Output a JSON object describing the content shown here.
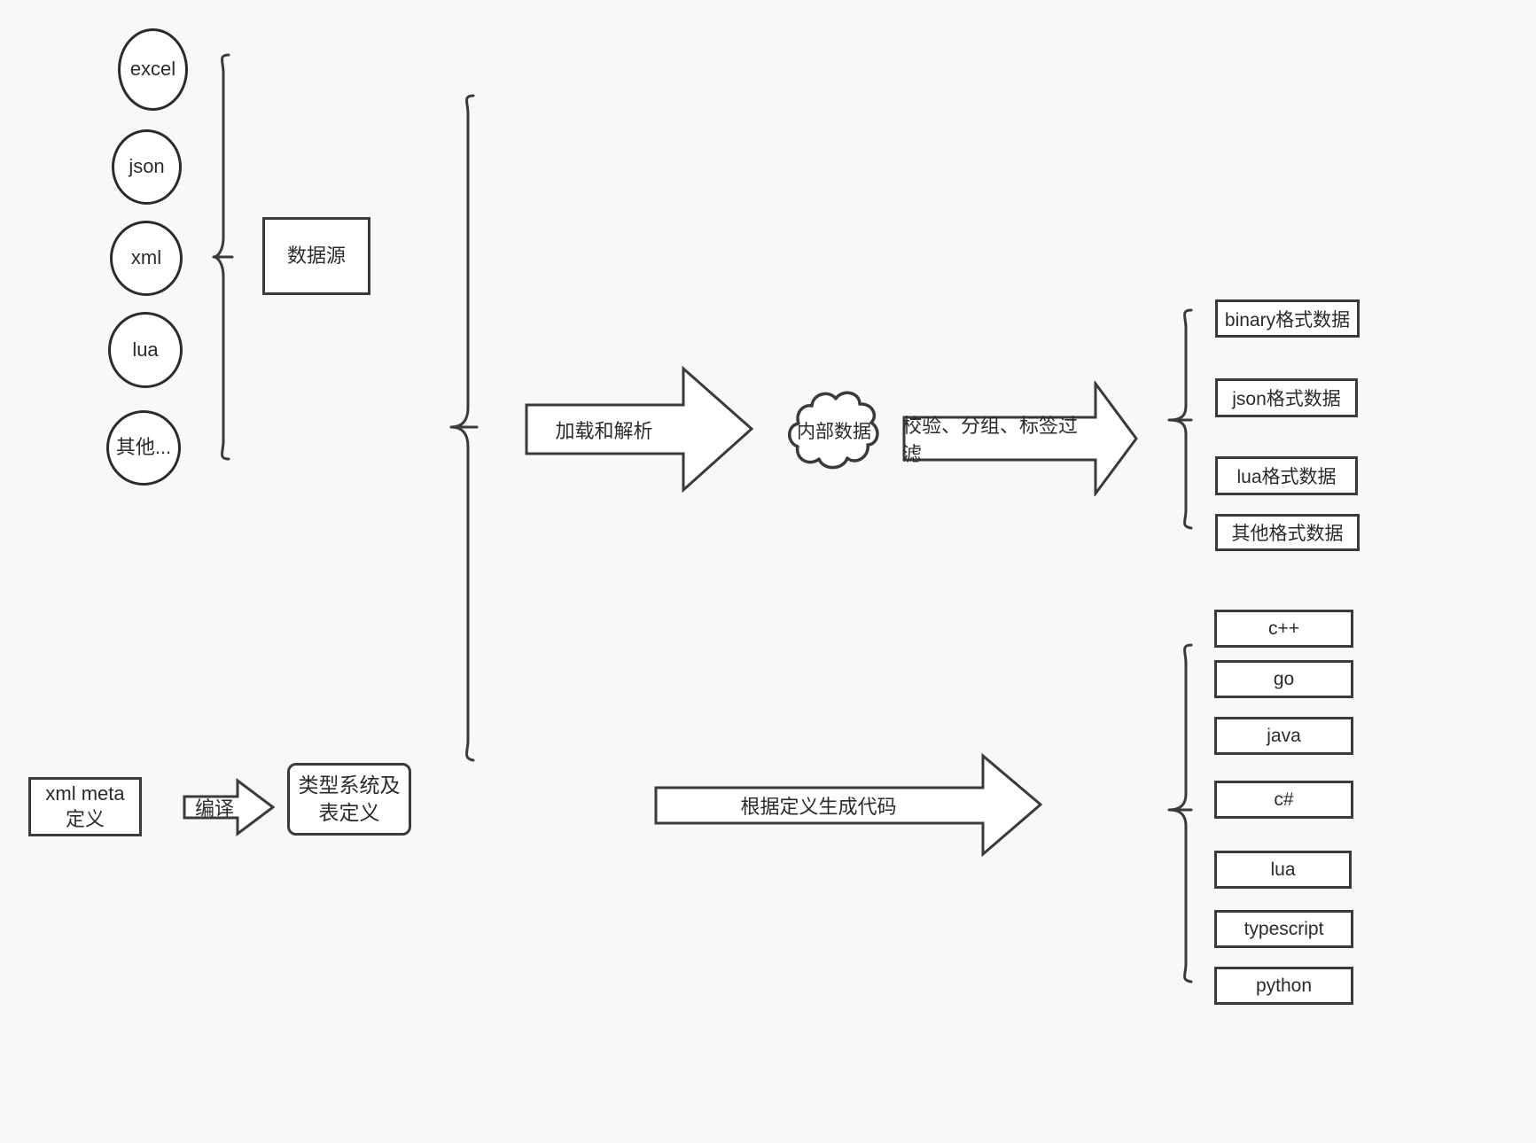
{
  "diagram": {
    "title": "数据配置与代码生成流程图",
    "background_color": "#f8f8f8",
    "stroke_color": "#3a3a3a",
    "text_color": "#2b2b2b",
    "fill_color": "#ffffff"
  },
  "sources": {
    "group_label": "数据源",
    "items": [
      {
        "label": "excel"
      },
      {
        "label": "json"
      },
      {
        "label": "xml"
      },
      {
        "label": "lua"
      },
      {
        "label": "其他..."
      }
    ]
  },
  "meta": {
    "input_label": "xml meta定义",
    "compile_arrow_label": "编译",
    "output_label": "类型系统及表定义"
  },
  "pipeline": {
    "load_arrow_label": "加载和解析",
    "internal_data_label": "内部数据",
    "filter_arrow_label": "校验、分组、标签过滤",
    "codegen_arrow_label": "根据定义生成代码"
  },
  "data_outputs": {
    "items": [
      {
        "label": "binary格式数据"
      },
      {
        "label": "json格式数据"
      },
      {
        "label": "lua格式数据"
      },
      {
        "label": "其他格式数据"
      }
    ]
  },
  "code_outputs": {
    "items": [
      {
        "label": "c++"
      },
      {
        "label": "go"
      },
      {
        "label": "java"
      },
      {
        "label": "c#"
      },
      {
        "label": "lua"
      },
      {
        "label": "typescript"
      },
      {
        "label": "python"
      }
    ]
  }
}
